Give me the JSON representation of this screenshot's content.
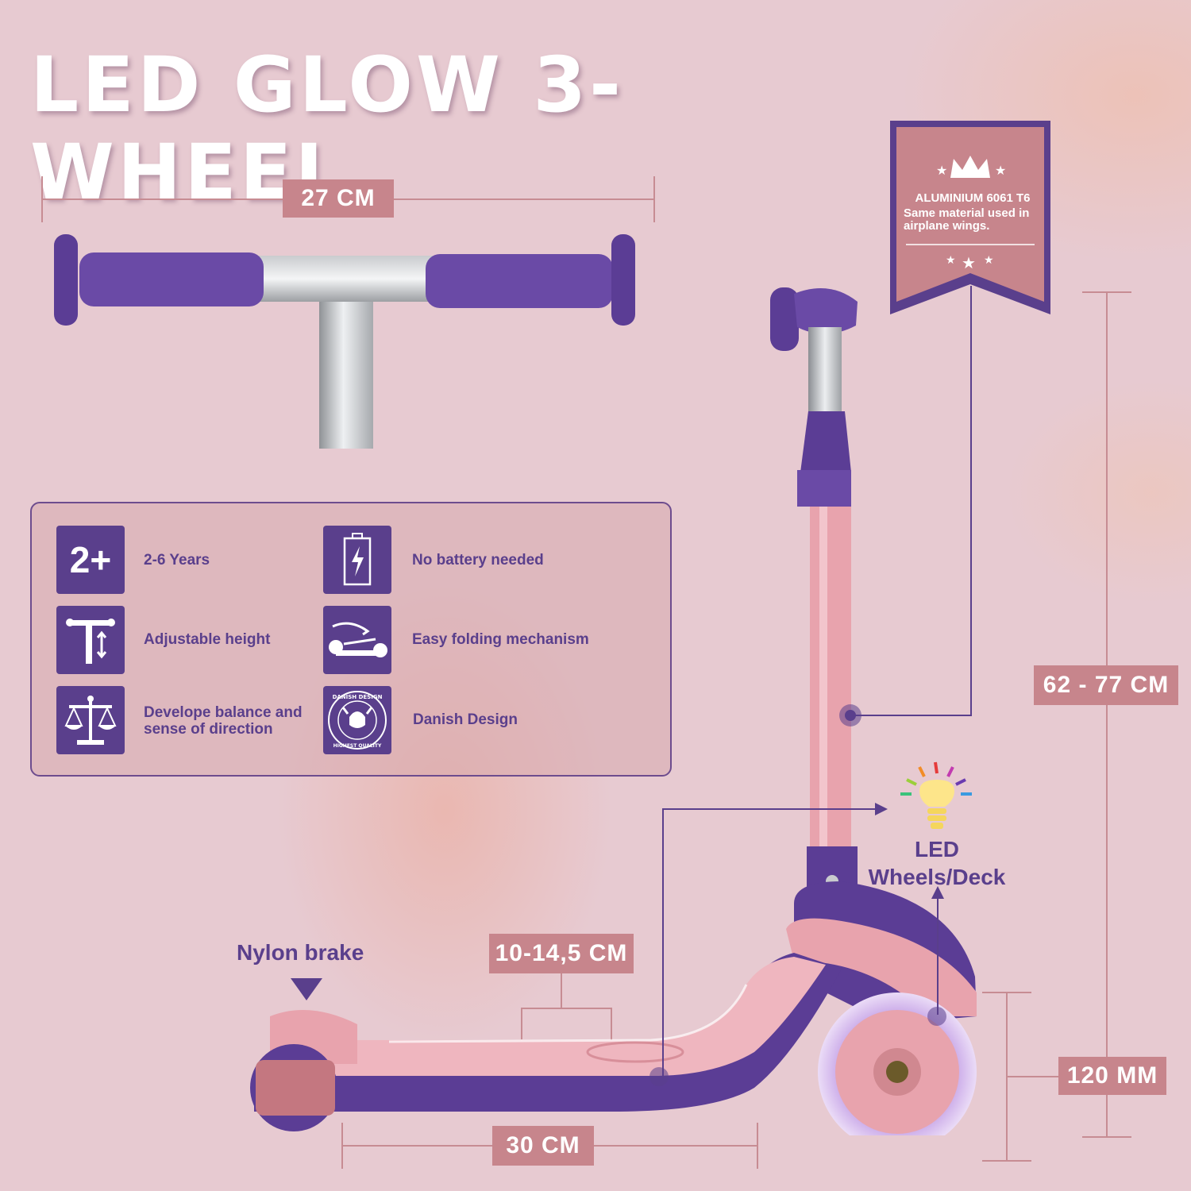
{
  "title": "LED GLOW 3-WHEEL",
  "dimensions": {
    "handlebar_width": "27 CM",
    "height_range": "62 - 77 CM",
    "deck_length": "30 CM",
    "deck_clearance": "10-14,5 CM",
    "wheel_size": "120 MM"
  },
  "banner": {
    "material": "ALUMINIUM 6061 T6",
    "description": "Same material used in airplane wings."
  },
  "features": [
    {
      "icon": "age-2plus-icon",
      "icon_text": "2+",
      "label": "2-6 Years"
    },
    {
      "icon": "battery-icon",
      "label": "No battery needed"
    },
    {
      "icon": "adjustable-height-icon",
      "label": "Adjustable height"
    },
    {
      "icon": "folding-icon",
      "label": "Easy folding mechanism"
    },
    {
      "icon": "balance-scale-icon",
      "label": "Develope balance and sense of direction"
    },
    {
      "icon": "danish-design-seal-icon",
      "seal_top": "DANISH DESIGN",
      "seal_bottom": "HIGHEST QUALITY",
      "label": "Danish Design"
    }
  ],
  "callouts": {
    "led": "LED Wheels/Deck",
    "brake": "Nylon brake"
  },
  "colors": {
    "background": "#e7cad1",
    "accent_purple": "#5a3f8c",
    "dimension_label": "#c7858c",
    "scooter_pink": "#e8a3ad"
  }
}
